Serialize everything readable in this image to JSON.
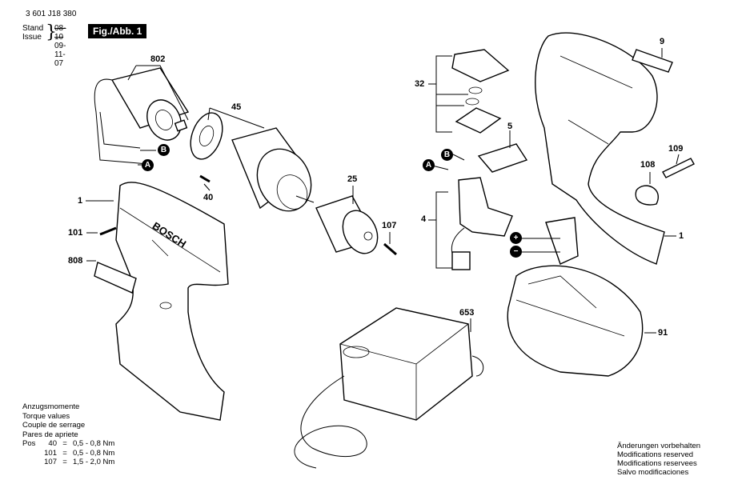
{
  "header": {
    "part_number": "3 601 J18 380",
    "stand_label": "Stand",
    "issue_label": "Issue",
    "old_date": "08-10",
    "new_date": "09-11-07",
    "figure_label": "Fig./Abb. 1"
  },
  "brand": "BOSCH",
  "part_labels": {
    "p802": "802",
    "p45": "45",
    "p40": "40",
    "p25": "25",
    "p107": "107",
    "p1_left": "1",
    "p101": "101",
    "p808": "808",
    "p32": "32",
    "p5": "5",
    "p4": "4",
    "p9": "9",
    "p109": "109",
    "p108": "108",
    "p1_right": "1",
    "p653": "653",
    "p91": "91"
  },
  "connectors": {
    "a": "A",
    "b": "B",
    "plus": "+",
    "minus": "−"
  },
  "torque": {
    "title_de": "Anzugsmomente",
    "title_en": "Torque values",
    "title_fr": "Couple de serrage",
    "title_es": "Pares de apriete",
    "pos_label": "Pos",
    "rows": [
      {
        "pos": "40",
        "eq": "=",
        "value": "0,5 - 0,8 Nm"
      },
      {
        "pos": "101",
        "eq": "=",
        "value": "0,5 - 0,8 Nm"
      },
      {
        "pos": "107",
        "eq": "=",
        "value": "1,5 - 2,0 Nm"
      }
    ]
  },
  "modifications": {
    "de": "Änderungen vorbehalten",
    "en": "Modifications reserved",
    "fr": "Modifications reservees",
    "es": "Salvo modificaciones"
  }
}
